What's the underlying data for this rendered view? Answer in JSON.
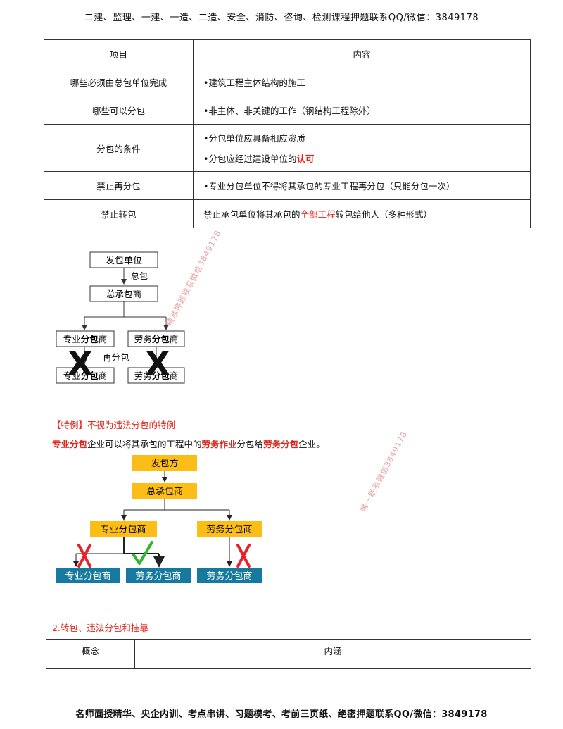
{
  "header": "二建、监理、一建、一造、二造、安全、消防、咨询、检测课程押题联系QQ/微信：3849178",
  "footer": "名师面授精华、央企内训、考点串讲、习题模考、考前三页纸、绝密押题联系QQ/微信：3849178",
  "table1": {
    "col_item": "项目",
    "col_content": "内容",
    "rows": {
      "r1": {
        "item": "哪些必须由总包单位完成",
        "content": "•建筑工程主体结构的施工"
      },
      "r2": {
        "item": "哪些可以分包",
        "content": "•非主体、非关键的工作（钢结构工程除外）"
      },
      "r3": {
        "item": "分包的条件",
        "line1": "•分包单位应具备相应资质",
        "line2_pre": "•分包应经过建设单位的",
        "line2_hl": "认可"
      },
      "r4": {
        "item": "禁止再分包",
        "content": "•专业分包单位不得将其承包的专业工程再分包（只能分包一次）"
      },
      "r5": {
        "item": "禁止转包",
        "pre": "禁止承包单位将其承包的",
        "hl": "全部工程",
        "post": "转包给他人（多种形式）"
      }
    }
  },
  "diagram1": {
    "top": "发包单位",
    "edge": "总包",
    "gc": "总承包商",
    "left_pre": "专业",
    "left_bold": "分包",
    "left_post": "商",
    "right_pre": "劳务",
    "right_bold": "分包",
    "right_post": "商",
    "middle": "再分包",
    "cross": "X"
  },
  "note": {
    "tag": "【特例】",
    "tag_text": "不视为违法分包的特例",
    "s1": "专业分包",
    "s2": "企业可以将其承包的工程中的",
    "s3": "劳务作业",
    "s4": "分包给",
    "s5": "劳务分包",
    "s6": "企业。"
  },
  "diagram2": {
    "top": "发包方",
    "gc": "总承包商",
    "mid_left": "专业分包商",
    "mid_right": "劳务分包商",
    "bottom_1": "专业分包商",
    "bottom_2": "劳务分包商",
    "bottom_3": "劳务分包商",
    "colors": {
      "yellow": "#fbbd16",
      "teal": "#1679a0",
      "red": "#e8212a",
      "green": "#2fb52f"
    }
  },
  "section2": "2.转包、违法分包和挂靠",
  "table2": {
    "col_concept": "概念",
    "col_meaning": "内涵"
  },
  "watermarks": {
    "w1": "精准押题联系微信3849178",
    "w2": "唯一联系微信3849178"
  }
}
